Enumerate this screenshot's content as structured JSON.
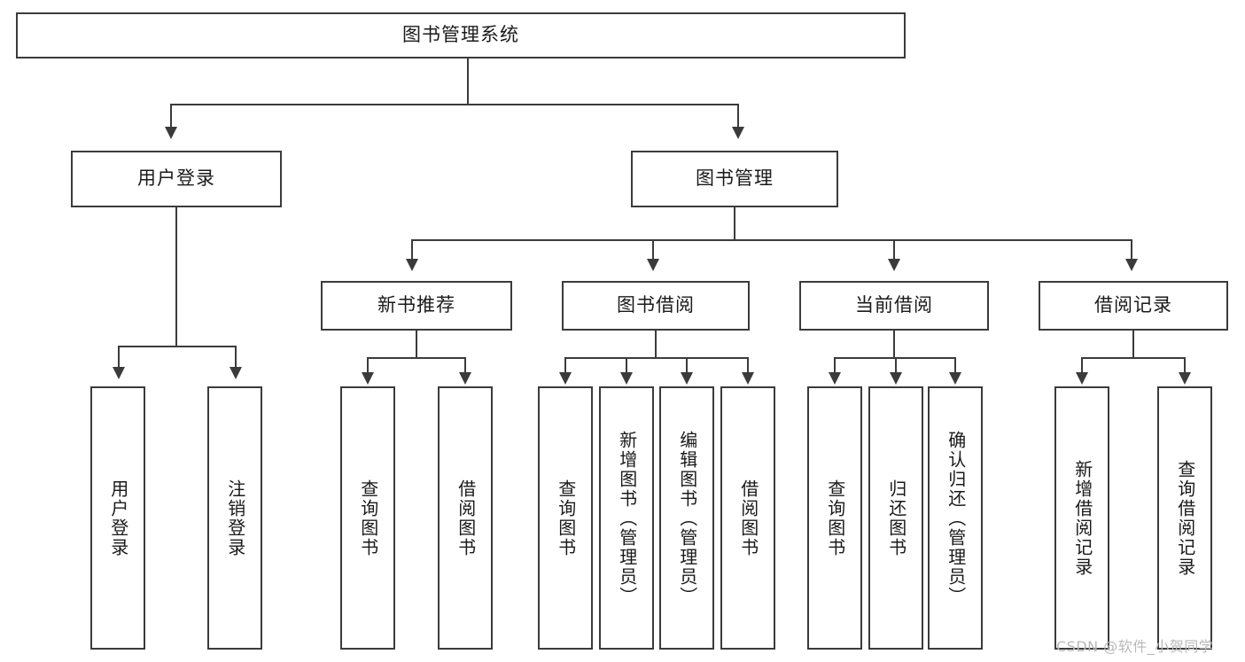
{
  "diagram": {
    "type": "tree",
    "title": "图书管理系统",
    "watermark": "CSDN @软件_小贺同学",
    "colors": {
      "background": "#ffffff",
      "stroke": "#3b3b3b",
      "text": "#1a1a1a",
      "watermark": "#b8b8b8"
    },
    "root": {
      "label": "图书管理系统"
    },
    "level2": [
      {
        "label": "用户登录"
      },
      {
        "label": "图书管理"
      }
    ],
    "level3": [
      {
        "label": "新书推荐"
      },
      {
        "label": "图书借阅"
      },
      {
        "label": "当前借阅"
      },
      {
        "label": "借阅记录"
      }
    ],
    "leaves": {
      "user_login": [
        {
          "label": "用户登录"
        },
        {
          "label": "注销登录"
        }
      ],
      "new_book_recommend": [
        {
          "label": "查询图书"
        },
        {
          "label": "借阅图书"
        }
      ],
      "book_borrow": [
        {
          "label": "查询图书"
        },
        {
          "label": "新增图书（管理员）"
        },
        {
          "label": "编辑图书（管理员）"
        },
        {
          "label": "借阅图书"
        }
      ],
      "current_borrow": [
        {
          "label": "查询图书"
        },
        {
          "label": "归还图书"
        },
        {
          "label": "确认归还（管理员）"
        }
      ],
      "borrow_record": [
        {
          "label": "新增借阅记录"
        },
        {
          "label": "查询借阅记录"
        }
      ]
    }
  }
}
